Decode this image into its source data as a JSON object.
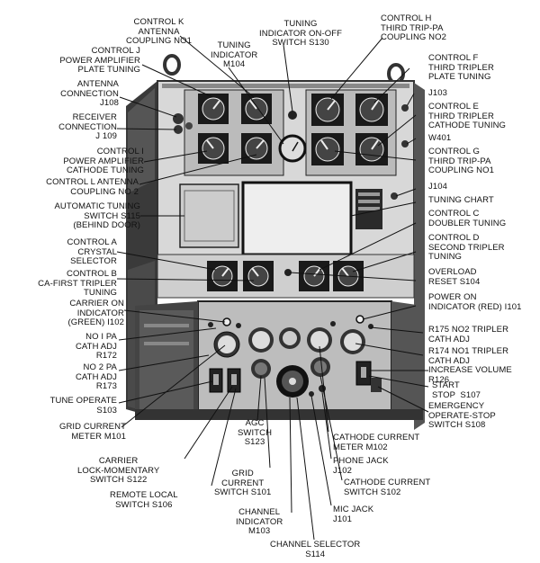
{
  "labels": {
    "control_k": "CONTROL K\nANTENNA\nCOUPLING NO1",
    "tuning_indicator_switch": "TUNING\nINDICATOR ON-OFF\nSWITCH S130",
    "control_h": "CONTROL H\nTHIRD TRIP-PA\nCOUPLING NO2",
    "control_j": "CONTROL J\nPOWER AMPLIFIER\nPLATE TUNING",
    "tuning_indicator": "TUNING\nINDICATOR\nM104",
    "control_f": "CONTROL F\nTHIRD TRIPLER\nPLATE TUNING",
    "antenna_connection": "ANTENNA\nCONNECTION\nJ108",
    "j103": "J103",
    "receiver_connection": "RECEIVER\nCONNECTION\nJ 109",
    "control_e": "CONTROL E\nTHIRD TRIPLER\nCATHODE TUNING",
    "w401": "W401",
    "control_i": "CONTROL I\nPOWER AMPLIFIER\nCATHODE TUNING",
    "control_g": "CONTROL G\nTHIRD TRIP-PA\nCOUPLING NO1",
    "control_l": "CONTROL L ANTENNA\nCOUPLING NO 2",
    "j104": "J104",
    "automatic_tuning": "AUTOMATIC TUNING\nSWITCH S115\n(BEHIND DOOR)",
    "tuning_chart": "TUNING CHART",
    "control_c": "CONTROL C\nDOUBLER TUNING",
    "control_a": "CONTROL A\nCRYSTAL\nSELECTOR",
    "control_d": "CONTROL D\nSECOND TRIPLER\nTUNING",
    "control_b": "CONTROL B\nCA-FIRST TRIPLER\nTUNING",
    "overload_reset": "OVERLOAD\nRESET S104",
    "carrier_on": "CARRIER ON\nINDICATOR\n(GREEN) I102",
    "power_on": "POWER ON\nINDICATOR (RED) I101",
    "no1_pa": "NO I PA\nCATH ADJ\nR172",
    "r175": "R175 NO2 TRIPLER\nCATH ADJ",
    "no2_pa": "NO 2 PA\nCATH ADJ\nR173",
    "r174": "R174 NO1 TRIPLER\nCATH ADJ",
    "increase_volume": "INCREASE VOLUME\nR126",
    "tune_operate": "TUNE OPERATE\nS103",
    "start_stop": "START\nSTOP  S107",
    "grid_current_meter": "GRID CURRENT\nMETER M101",
    "emergency": "EMERGENCY\nOPERATE-STOP\nSWITCH S108",
    "cathode_current_meter": "CATHODE CURRENT\nMETER M102",
    "carrier_lock": "CARRIER\nLOCK-MOMENTARY\nSWITCH S122",
    "agc_switch": "AGC\nSWITCH\nS123",
    "phone_jack": "PHONE JACK\nJ102",
    "grid_current_switch": "GRID\nCURRENT\nSWITCH S101",
    "remote_local": "REMOTE LOCAL\nSWITCH S106",
    "cathode_current_switch": "CATHODE CURRENT\nSWITCH S102",
    "channel_indicator": "CHANNEL\nINDICATOR\nM103",
    "mic_jack": "MIC JACK\nJ101",
    "channel_selector": "CHANNEL SELECTOR\nS114"
  }
}
